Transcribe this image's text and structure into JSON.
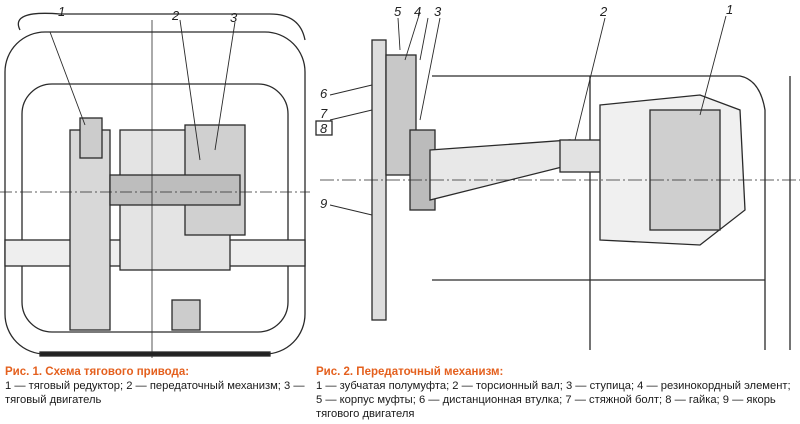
{
  "figure1": {
    "title": "Рис. 1. Схема тягового привода:",
    "legend": "1 — тяговый редуктор; 2 — передаточный механизм; 3 — тяговый двигатель",
    "callouts": [
      "1",
      "2",
      "3"
    ]
  },
  "figure2": {
    "title": "Рис. 2. Передаточный механизм:",
    "legend": "1 — зубчатая полумуфта; 2 — торсионный вал; 3 — ступица; 4 — резинокордный элемент; 5 — корпус муфты; 6 — дистанционная втулка; 7 — стяжной болт; 8 — гайка; 9 — якорь тягового двигателя",
    "callouts": [
      "5",
      "4",
      "3",
      "2",
      "1",
      "6",
      "7",
      "8",
      "9"
    ]
  },
  "colors": {
    "title": "#e4601e",
    "line": "#2a2a2a"
  }
}
